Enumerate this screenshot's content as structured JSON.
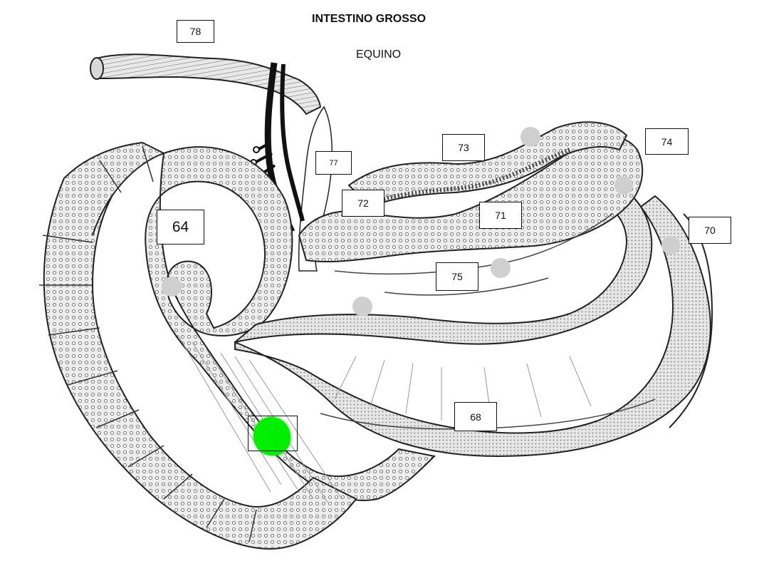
{
  "header": {
    "title": "INTESTINO GROSSO",
    "subtitle": "EQUINO"
  },
  "labels": {
    "l78": "78",
    "l77": "77",
    "l73": "73",
    "l74": "74",
    "l72": "72",
    "l71": "71",
    "l64": "64",
    "l70": "70",
    "l75": "75",
    "l68": "68",
    "blank": ""
  },
  "colors": {
    "answer_fill": "#00ee00",
    "organ_fill": "#e4e4e4",
    "vessel": "#111111"
  }
}
